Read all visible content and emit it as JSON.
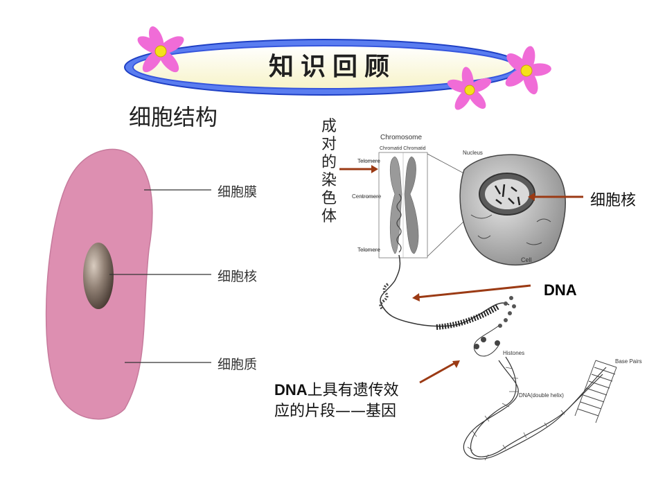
{
  "banner": {
    "title": "知识回顾"
  },
  "section": {
    "title": "细胞结构"
  },
  "cell_diagram": {
    "labels": [
      "细胞膜",
      "细胞核",
      "细胞质"
    ]
  },
  "chromosome_figure": {
    "vertical_label": "成对的染色体",
    "chromosome_title": "Chromosome",
    "chromatid_label": "Chromatid Chromatid",
    "telomere_top": "Telomere",
    "centromere": "Centromere",
    "telomere_bottom": "Telomere",
    "nucleus_small": "Nucleus",
    "cell_small": "Cell",
    "histones": "Histones",
    "dna_double_helix": "DNA(double helix)",
    "base_pairs": "Base Pairs",
    "nucleus_label": "细胞核",
    "dna_label": "DNA",
    "gene_text": {
      "dna_bold": "DNA",
      "line1_rest": "上具有遗传效",
      "line2": "应的片段——基因"
    }
  },
  "colors": {
    "cell_fill": "#dd8fb1",
    "arrow": "#9b3a14",
    "banner_fill": "#fdfbe0",
    "banner_border": "#2a4fd6",
    "flower": "#f06cd7"
  }
}
